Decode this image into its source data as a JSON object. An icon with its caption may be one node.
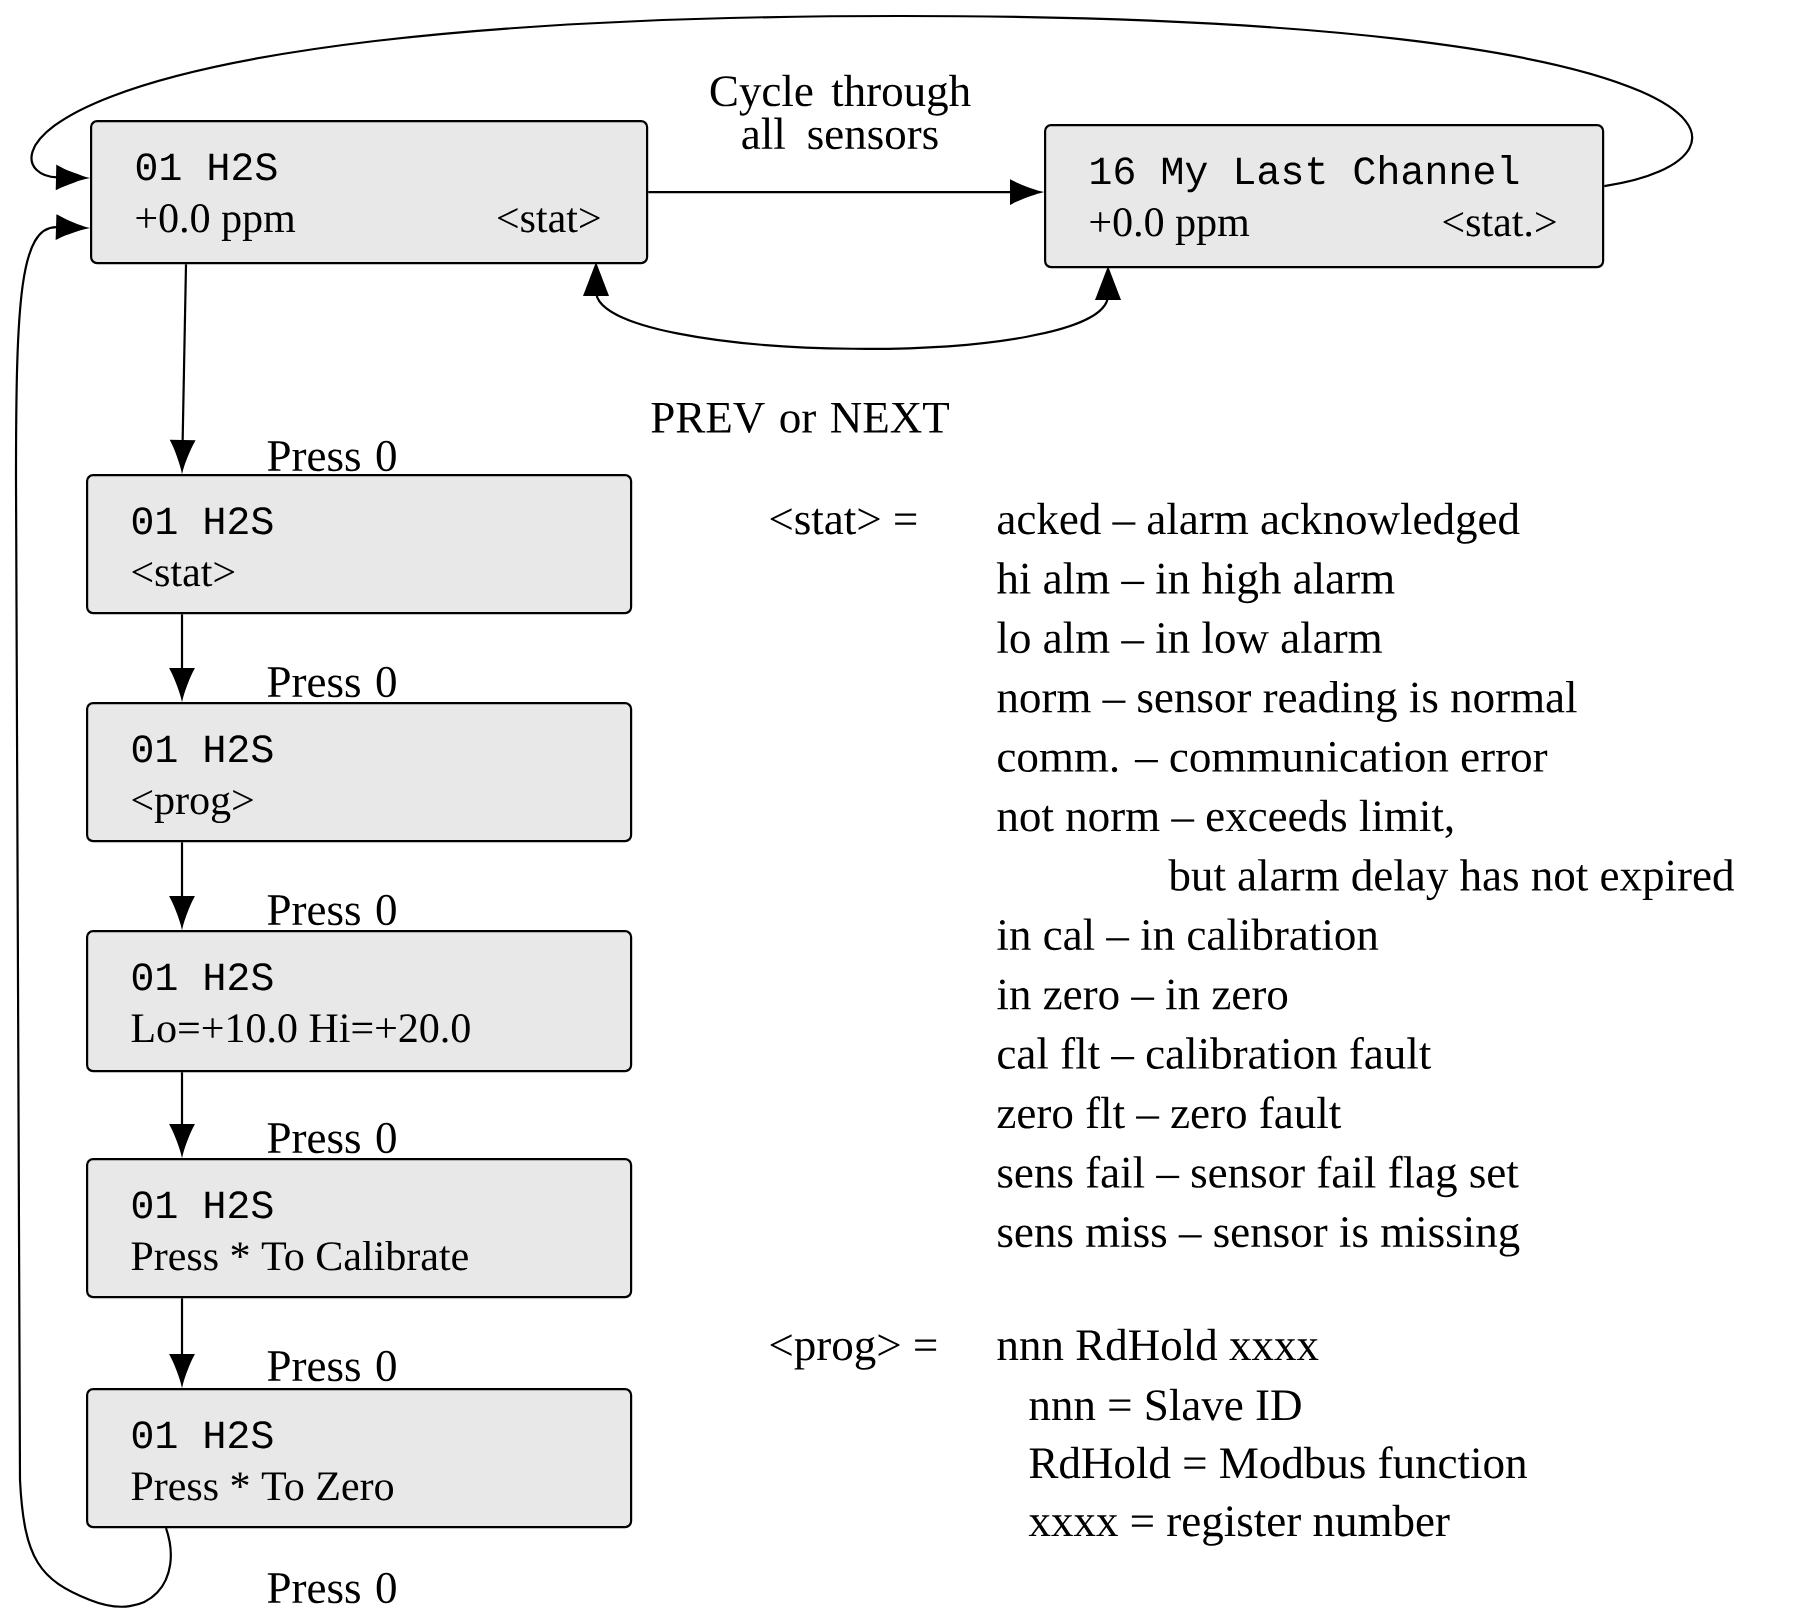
{
  "diagram": {
    "nodes": [
      {
        "text": [
          "01 H2S",
          "+0.0 ppm",
          "<stat>"
        ]
      },
      {
        "text": [
          "16 My Last Channel",
          "+0.0 ppm",
          "<stat.>"
        ]
      },
      {
        "text": [
          "01 H2S",
          "<stat>"
        ]
      },
      {
        "text": [
          "01 H2S",
          "<prog>"
        ]
      },
      {
        "text": [
          "01 H2S",
          "Lo=+10.0   Hi=+20.0"
        ]
      },
      {
        "text": [
          "01 H2S",
          "Press *  To Calibrate"
        ]
      },
      {
        "text": [
          "01 H2S",
          "Press * To Zero"
        ]
      }
    ],
    "edges": [
      {
        "from": 0,
        "to": 1,
        "arrow": "to",
        "label": "Cycle through all sensors"
      },
      {
        "from": 0,
        "to": 1,
        "arrow": "both",
        "label": "PREV or NEXT"
      },
      {
        "from": 1,
        "to": 0,
        "arrow": "to"
      },
      {
        "from": 0,
        "to": 2,
        "arrow": "to",
        "label": "Press 0"
      },
      {
        "from": 2,
        "to": 3,
        "arrow": "to",
        "label": "Press 0"
      },
      {
        "from": 3,
        "to": 4,
        "arrow": "to",
        "label": "Press 0"
      },
      {
        "from": 4,
        "to": 5,
        "arrow": "to",
        "label": "Press 0"
      },
      {
        "from": 5,
        "to": 6,
        "arrow": "to",
        "label": "Press 0"
      },
      {
        "from": 6,
        "to": 0,
        "arrow": "to",
        "label": "Press 0"
      }
    ],
    "labels": [
      "<stat> =",
      "acked – alarm acknowledged",
      "hi alm – in high alarm",
      "lo alm – in low alarm",
      "norm – sensor reading is normal",
      "comm. – communication error",
      "not norm – exceeds limit, but alarm delay has not expired",
      "in cal – in calibration",
      "in zero – in zero",
      "cal flt – calibration fault",
      "zero flt – zero fault",
      "sens fail – sensor fail flag set",
      "sens miss – sensor is missing",
      "<prog> =",
      "nnn RdHold  xxxx",
      "nnn = Slave ID",
      "RdHold =  Modbus function",
      "xxxx = register number"
    ]
  }
}
